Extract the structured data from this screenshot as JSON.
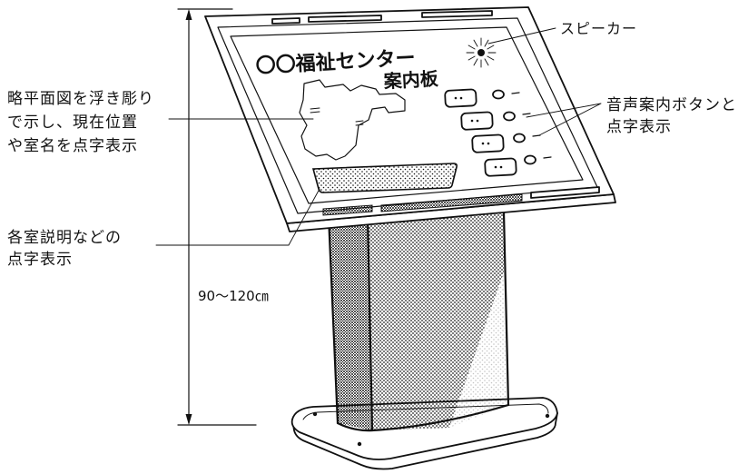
{
  "colors": {
    "ink": "#111111",
    "paper": "#ffffff"
  },
  "labels": {
    "speaker": "スピーカー",
    "relief_map": [
      "略平面図を浮き彫り",
      "で示し、現在位置",
      "や室名を点字表示"
    ],
    "voice_buttons": [
      "音声案内ボタンと",
      "点字表示"
    ],
    "room_braille": [
      "各室説明などの",
      "点字表示"
    ],
    "height": "90～120㎝"
  },
  "board": {
    "title_line1": "〇〇福祉センター",
    "title_line2": "案内板"
  }
}
